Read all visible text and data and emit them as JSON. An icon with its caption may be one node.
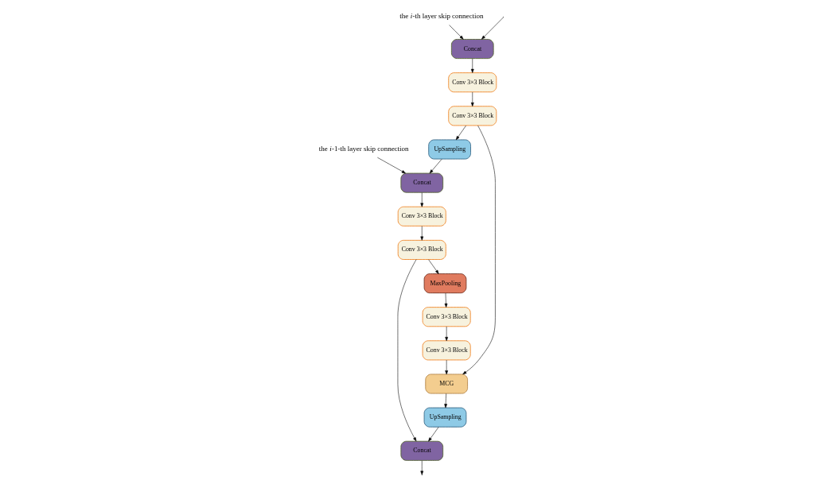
{
  "diagram": {
    "nodes": [
      {
        "text": [
          "Concat"
        ]
      },
      {
        "text": [
          "the *i*-th layer skip connection"
        ]
      },
      {
        "text": [
          "Conv 3×3 Block"
        ]
      },
      {
        "text": [
          "Conv 3×3 Block"
        ]
      },
      {
        "text": [
          "UpSampling"
        ]
      },
      {
        "text": [
          "Concat"
        ]
      },
      {
        "text": [
          "Conv 3×3 Block"
        ]
      },
      {
        "text": [
          "Conv 3×3 Block"
        ]
      },
      {
        "text": [
          "MaxPooling"
        ]
      },
      {
        "text": [
          "Conv 3×3 Block"
        ]
      },
      {
        "text": [
          "Conv 3×3 Block"
        ]
      },
      {
        "text": [
          "MCG"
        ]
      },
      {
        "text": [
          "UpSampling"
        ]
      },
      {
        "text": [
          "Concat"
        ]
      },
      {
        "text": [
          "the *i*-1-th layer skip connection"
        ]
      }
    ],
    "edges": [
      {
        "from": 1,
        "to": 0,
        "arrow": "to"
      },
      {
        "from": null,
        "to": 0,
        "arrow": "to"
      },
      {
        "from": 0,
        "to": 2,
        "arrow": "to"
      },
      {
        "from": 2,
        "to": 3,
        "arrow": "to"
      },
      {
        "from": 3,
        "to": 4,
        "arrow": "to"
      },
      {
        "from": 4,
        "to": 5,
        "arrow": "to"
      },
      {
        "from": 3,
        "to": 11,
        "arrow": "to"
      },
      {
        "from": 14,
        "to": 5,
        "arrow": "to"
      },
      {
        "from": 5,
        "to": 6,
        "arrow": "to"
      },
      {
        "from": 6,
        "to": 7,
        "arrow": "to"
      },
      {
        "from": 7,
        "to": 8,
        "arrow": "to"
      },
      {
        "from": 8,
        "to": 9,
        "arrow": "to"
      },
      {
        "from": 9,
        "to": 10,
        "arrow": "to"
      },
      {
        "from": 10,
        "to": 11,
        "arrow": "to"
      },
      {
        "from": 7,
        "to": 13,
        "arrow": "to"
      },
      {
        "from": 11,
        "to": 12,
        "arrow": "to"
      },
      {
        "from": 12,
        "to": 13,
        "arrow": "to"
      },
      {
        "from": 13,
        "to": null,
        "arrow": "to"
      }
    ]
  }
}
